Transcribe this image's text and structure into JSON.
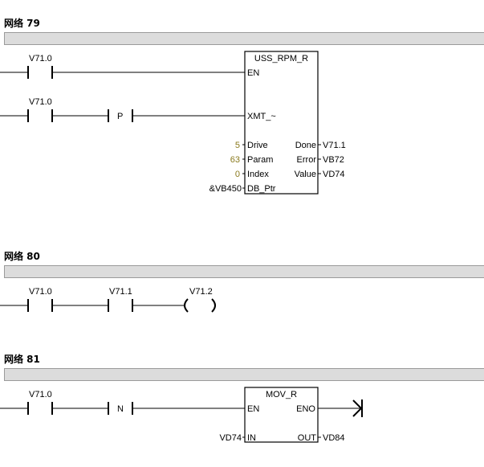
{
  "networks": [
    {
      "title": "网络 79",
      "contact_en": "V71.0",
      "contact_xmt": "V71.0",
      "edge_label": "P",
      "block": {
        "name": "USS_RPM_R",
        "pin_en": "EN",
        "pin_xmt": "XMT_~",
        "in_pins": [
          {
            "value": "5",
            "label": "Drive"
          },
          {
            "value": "63",
            "label": "Param"
          },
          {
            "value": "0",
            "label": "Index"
          },
          {
            "value": "&VB450",
            "label": "DB_Ptr"
          }
        ],
        "out_pins": [
          {
            "label": "Done",
            "value": "V71.1"
          },
          {
            "label": "Error",
            "value": "VB72"
          },
          {
            "label": "Value",
            "value": "VD74"
          }
        ]
      }
    },
    {
      "title": "网络 80",
      "contact1": "V71.0",
      "contact2": "V71.1",
      "coil": "V71.2"
    },
    {
      "title": "网络 81",
      "contact1": "V71.0",
      "edge_label": "N",
      "block": {
        "name": "MOV_R",
        "pin_en": "EN",
        "pin_eno": "ENO",
        "pin_in": "IN",
        "pin_out": "OUT",
        "in_value": "VD74",
        "out_value": "VD84"
      }
    }
  ]
}
